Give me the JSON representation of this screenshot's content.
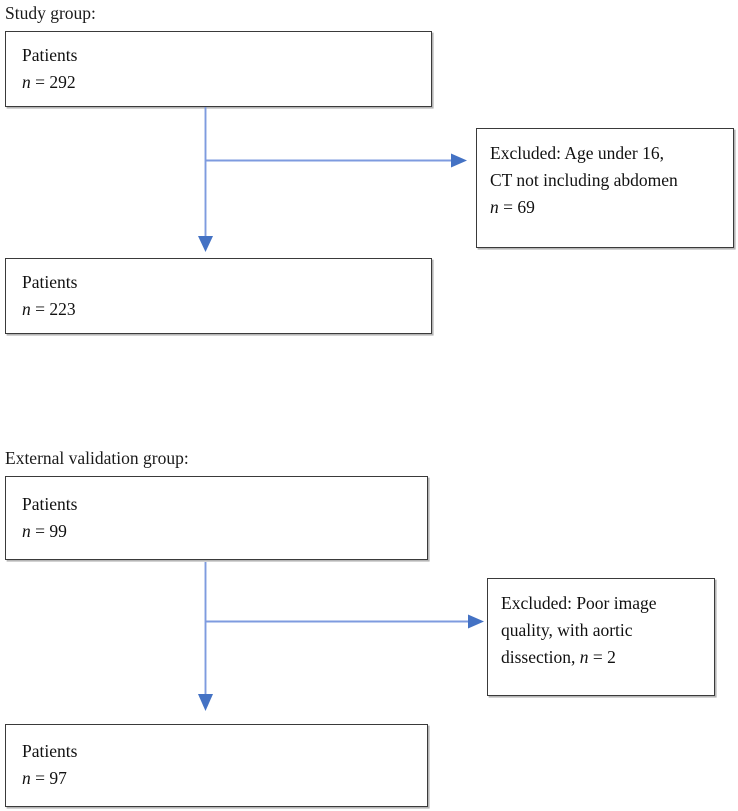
{
  "colors": {
    "arrow_head": "#4472C4",
    "arrow_line": "#7E9BDF",
    "box_border": "#3a3a3a",
    "text": "#111111",
    "background": "#ffffff"
  },
  "sections": [
    {
      "label": "Study group:",
      "nodes": {
        "top": {
          "line1": "Patients",
          "n_symbol": "n",
          "n_text": " = 292"
        },
        "bottom": {
          "line1": "Patients",
          "n_symbol": "n",
          "n_text": " = 223"
        },
        "excluded": {
          "line1": "Excluded: Age under 16,",
          "line2": "CT not including abdomen",
          "n_symbol": "n",
          "n_text": " = 69"
        }
      }
    },
    {
      "label": "External validation group:",
      "nodes": {
        "top": {
          "line1": "Patients",
          "n_symbol": "n",
          "n_text": " = 99"
        },
        "bottom": {
          "line1": "Patients",
          "n_symbol": "n",
          "n_text": " = 97"
        },
        "excluded": {
          "line1": "Excluded: Poor image",
          "line2": "quality, with aortic",
          "line3_prefix": "dissection, ",
          "n_symbol": "n",
          "n_text": " = 2"
        }
      }
    }
  ]
}
